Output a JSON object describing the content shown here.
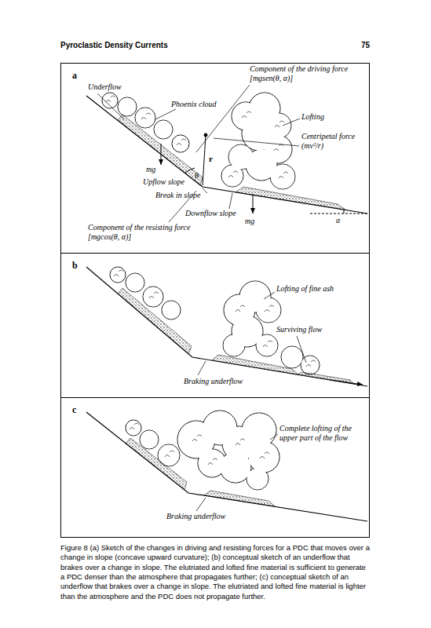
{
  "diagram": {
    "caption": "Figure 8 (a) Sketch of the changes in driving and resisting forces for a PDC that moves over a change in slope (concave upward curvature); (b) conceptual sketch of an underflow that brakes over a change in slope. The elutriated and lofted fine material is sufficient to generate a PDC denser than the atmosphere that propagates further; (c) conceptual sketch of an underflow that brakes over a change in slope. The elutriated and lofted fine material is lighter than the atmosphere and the PDC does not propagate further.",
    "nodes": [
      {
        "text": [
          "a"
        ]
      },
      {
        "text": [
          "b"
        ]
      },
      {
        "text": [
          "c"
        ]
      }
    ],
    "labels": [
      "Pyroclastic Density Currents",
      "75",
      "Component of the driving force [mgsen(θ, α)]",
      "Underflow",
      "Phoenix cloud",
      "Lofting",
      "Centripetal force (mv²/r)",
      "r",
      "mg",
      "Upflow slope",
      "θ",
      "Break in slope",
      "Downflow slope",
      "mg",
      "α",
      "Component of the resisting force [mgcos(θ, α)]",
      "Lofting of fine ash",
      "Surviving flow",
      "Braking underflow",
      "Complete lofting of the upper part of the flow",
      "Braking underflow"
    ]
  }
}
